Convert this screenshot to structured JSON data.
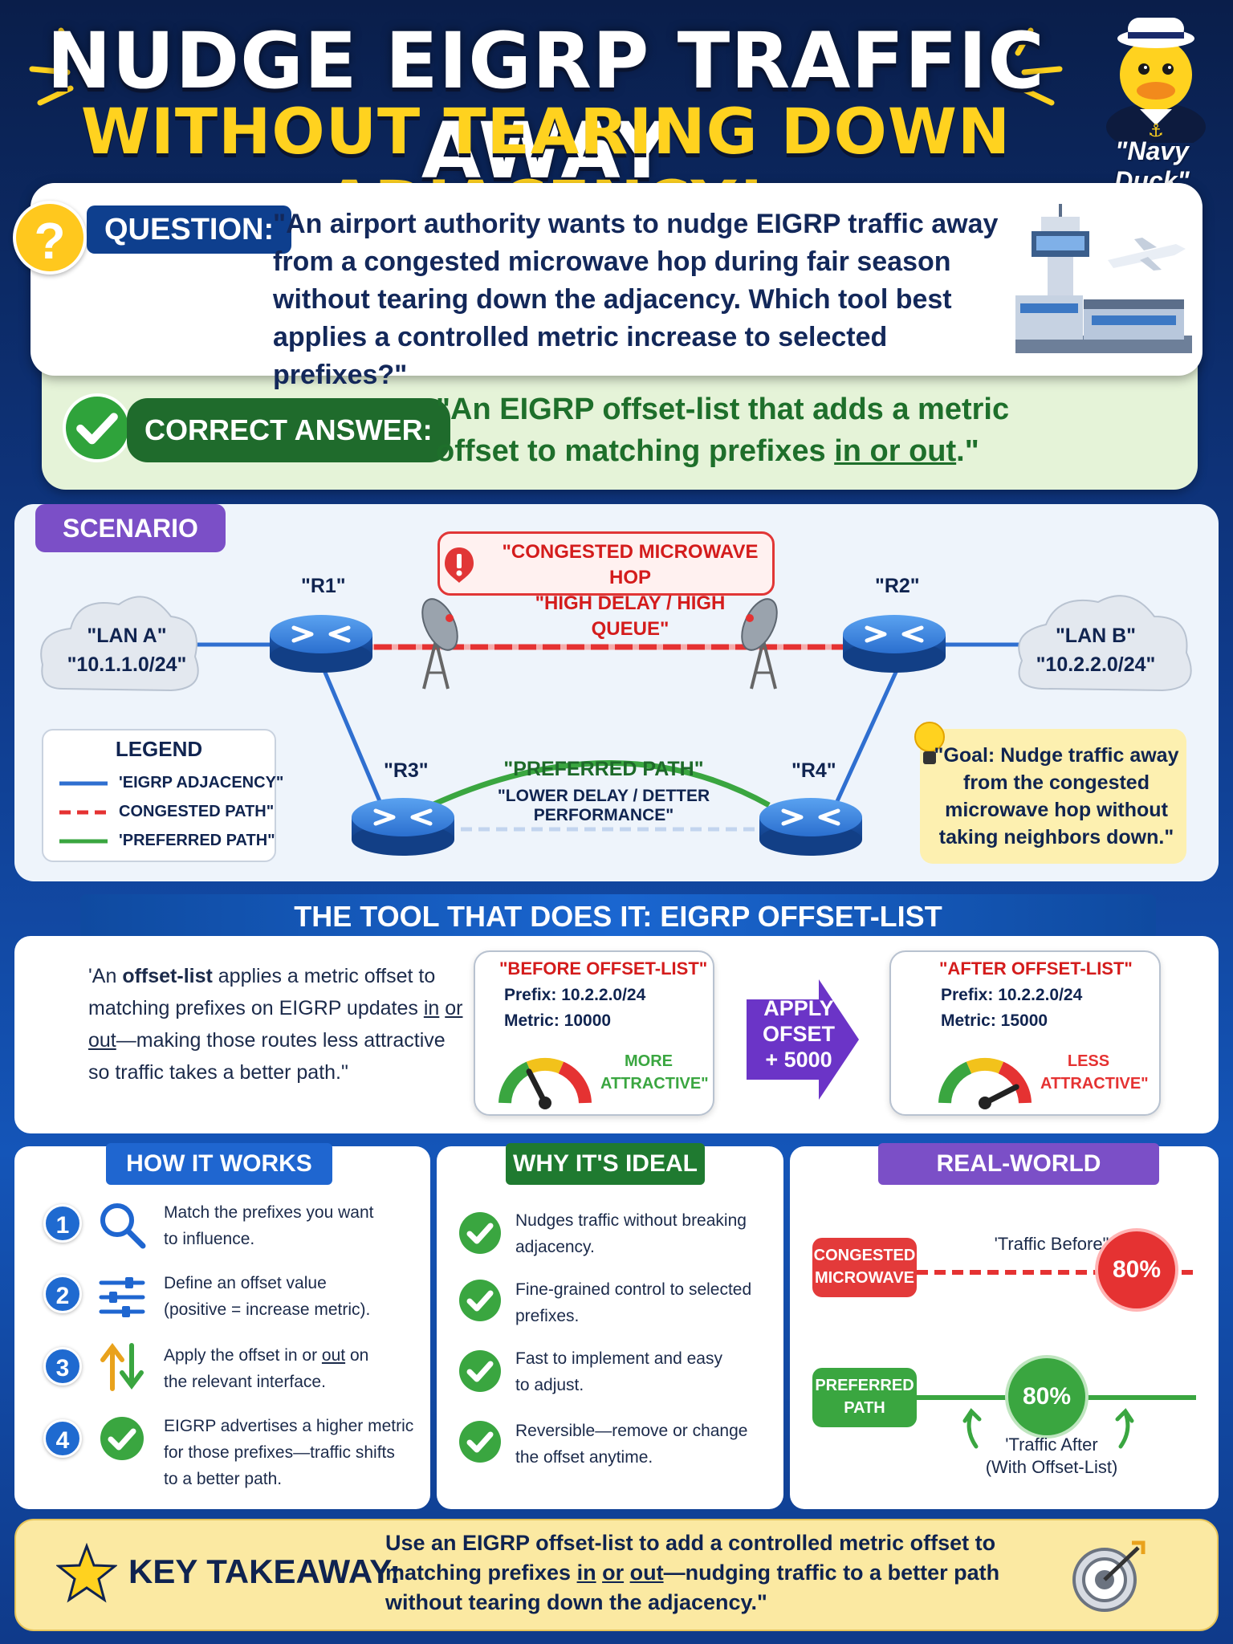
{
  "header": {
    "title_line1": "NUDGE EIGRP TRAFFIC AWAY",
    "title_line2": "WITHOUT TEARING DOWN ADJACENCY!",
    "mascot_name": "\"Navy Duck\""
  },
  "question": {
    "badge": "?",
    "label": "QUESTION:",
    "text": "\"An airport authority wants to nudge EIGRP traffic away from a congested microwave hop during fair season without tearing down the adjacency. Which tool best applies a controlled metric increase to selected prefixes?\""
  },
  "answer": {
    "label": "CORRECT ANSWER:",
    "text_before": "\"An EIGRP offset-list that adds a metric offset to matching prefixes ",
    "text_underlined": "in or out",
    "text_after": ".\""
  },
  "scenario": {
    "label": "SCENARIO",
    "lan_a_name": "\"LAN A\"",
    "lan_a_subnet": "\"10.1.1.0/24\"",
    "lan_b_name": "\"LAN B\"",
    "lan_b_subnet": "\"10.2.2.0/24\"",
    "routers": [
      "\"R1\"",
      "\"R2\"",
      "\"R3\"",
      "\"R4\""
    ],
    "alert_line1": "\"CONGESTED MICROWAVE HOP",
    "alert_line2": "\"HIGH DELAY / HIGH QUEUE\"",
    "preferred_label": "\"PREFERRED PATH\"",
    "preferred_sub": "\"LOWER DELAY / DETTER PERFORMANCE\"",
    "legend_title": "LEGEND",
    "legend_items": [
      "'EIGRP ADJACENCY\"",
      "CONGESTED PATH\"",
      "'PREFERRED PATH\""
    ],
    "goal_text": "\"Goal: Nudge traffic away from the congested microwave hop without taking neighbors down.\"",
    "colors": {
      "adjacency": "#2f6fd0",
      "congested": "#e53232",
      "preferred": "#3aa640"
    }
  },
  "tool": {
    "banner": "THE TOOL THAT DOES IT: EIGRP OFFSET-LIST",
    "desc_start": "'An ",
    "desc_bold": "offset-list",
    "desc_mid": " applies a metric offset to matching prefixes on EIGRP updates ",
    "desc_in": "in",
    "desc_or": "or",
    "desc_out": "out",
    "desc_end": "—making those routes less attractive so traffic takes a better path.\"",
    "before": {
      "title": "\"BEFORE OFFSET-LIST\"",
      "prefix": "Prefix: 10.2.2.0/24",
      "metric": "Metric: 10000",
      "verdict_1": "MORE",
      "verdict_2": "ATTRACTIVE\"",
      "gauge_level": 0.35
    },
    "apply_1": "APPLY",
    "apply_2": "OFSET",
    "apply_3": "+ 5000",
    "after": {
      "title": "\"AFTER OFFSET-LIST\"",
      "prefix": "Prefix: 10.2.2.0/24",
      "metric": "Metric: 15000",
      "verdict_1": "LESS",
      "verdict_2": "ATTRACTIVE\"",
      "gauge_level": 0.85
    }
  },
  "how": {
    "title": "HOW IT WORKS",
    "steps": [
      {
        "num": "1",
        "line1": "Match the prefixes you want",
        "line2": "to influence.",
        "line3": ""
      },
      {
        "num": "2",
        "line1": "Define an offset value",
        "line2": "(positive = increase metric).",
        "line3": ""
      },
      {
        "num": "3",
        "line1": "Apply the offset in or ",
        "line1_u": "out",
        "line1_end": " on",
        "line2": "the relevant interface.",
        "line3": ""
      },
      {
        "num": "4",
        "line1": "EIGRP advertises a higher metric",
        "line2": "for those prefixes—traffic shifts",
        "line3": "to a better path."
      }
    ]
  },
  "why": {
    "title": "WHY IT'S IDEAL",
    "items": [
      {
        "line1": "Nudges traffic without breaking",
        "line2": "adjacency."
      },
      {
        "line1": "Fine-grained control to selected",
        "line2": "prefixes."
      },
      {
        "line1": "Fast to implement and easy",
        "line2": "to adjust."
      },
      {
        "line1": "Reversible—remove or change",
        "line2": "the offset anytime."
      }
    ]
  },
  "example": {
    "title": "REAL-WORLD EXAMPLE",
    "congested_tag": "CONGESTED MICROWAVE",
    "before_caption": "'Traffic Before\"",
    "before_pct": "80%",
    "preferred_tag": "PREFERRED PATH",
    "after_pct": "80%",
    "after_caption_1": "'Traffic After",
    "after_caption_2": "(With Offset-List)"
  },
  "takeaway": {
    "label": "KEY TAKEAWAY:",
    "line1": "Use an EIGRP offset-list to add a controlled metric offset to",
    "line2_start": "matching prefixes ",
    "line2_in": "in",
    "line2_or": "or",
    "line2_out": "out",
    "line2_end": "—nudging traffic to a better path",
    "line3": "without tearing down the adjacency.\""
  }
}
